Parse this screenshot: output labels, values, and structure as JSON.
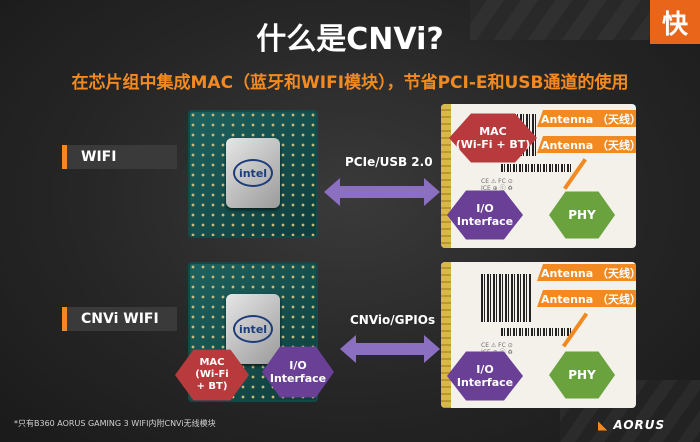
{
  "badge": "快",
  "title": "什么是CNVi?",
  "subtitle": "在芯片组中集成MAC（蓝牙和WIFI模块），节省PCI-E和USB通道的使用",
  "section_wifi": {
    "tag": "WIFI",
    "chip_brand": "intel",
    "link_label": "PCIe/USB 2.0",
    "card": {
      "mac": "MAC\n(Wi-Fi + BT)",
      "antenna1": "Antenna （天线）",
      "antenna2": "Antenna （天线）",
      "io": "I/O\nInterface",
      "phy": "PHY"
    }
  },
  "section_cnvi": {
    "tag": "CNVi WIFI",
    "chip_brand": "intel",
    "chip_mac": "MAC\n(Wi-Fi\n+ BT)",
    "chip_io": "I/O\nInterface",
    "link_label": "CNVio/GPIOs",
    "card": {
      "antenna1": "Antenna （天线）",
      "antenna2": "Antenna （天线）",
      "io": "I/O\nInterface",
      "phy": "PHY"
    }
  },
  "footnote": "*只有B360 AORUS GAMING 3 WIFI内附CNVi无线模块",
  "logo": "AORUS",
  "colors": {
    "accent": "#f28a21",
    "mac_red": "#b83a3c",
    "io_purple": "#6a3f96",
    "phy_green": "#6aa23d",
    "arrow": "#8b6fc0"
  }
}
